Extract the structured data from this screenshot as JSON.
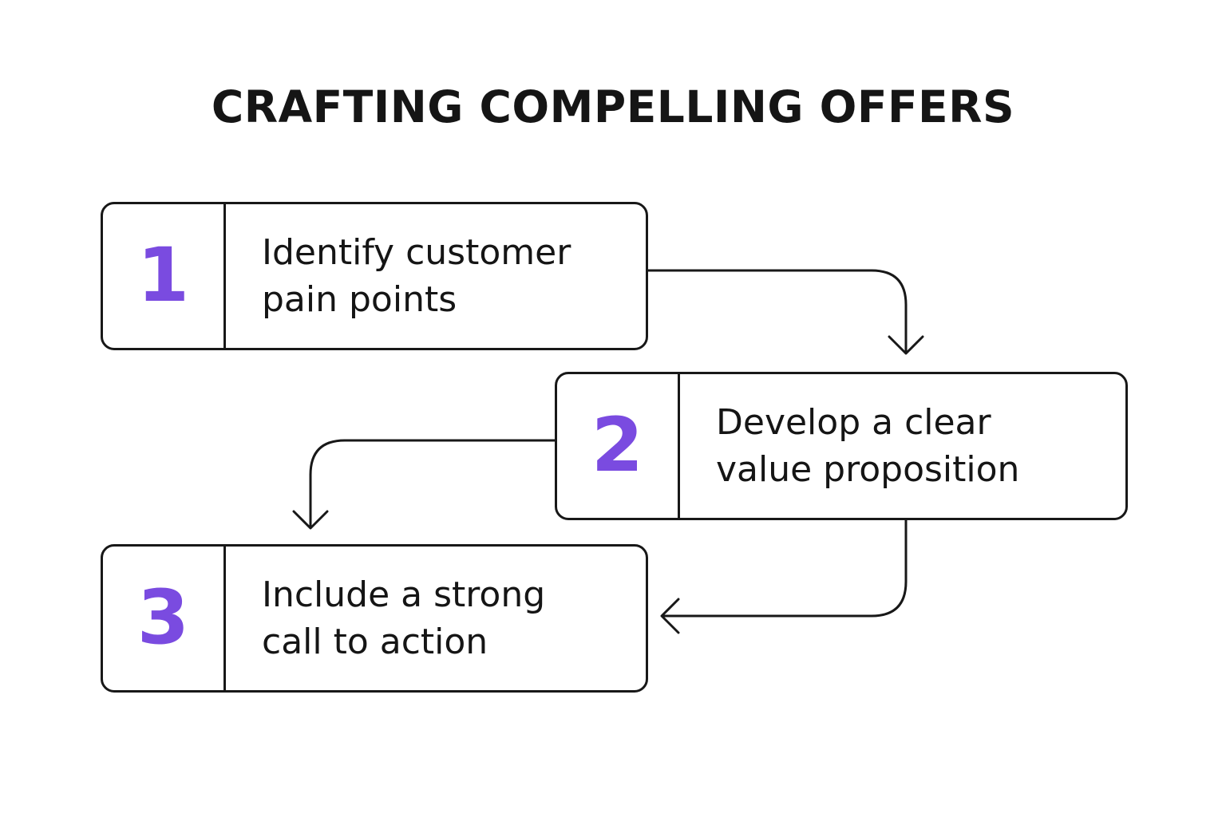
{
  "title": "CRAFTING COMPELLING OFFERS",
  "colors": {
    "background": "#ffffff",
    "text": "#151515",
    "accent": "#7a4be0",
    "stroke": "#181818"
  },
  "steps": [
    {
      "number": "1",
      "label": "Identify customer\npain points"
    },
    {
      "number": "2",
      "label": "Develop a clear\nvalue proposition"
    },
    {
      "number": "3",
      "label": "Include a strong\ncall to action"
    }
  ],
  "connectors": [
    {
      "from": "1",
      "to": "2"
    },
    {
      "from": "2",
      "to": "3"
    },
    {
      "from": "2",
      "to": "3"
    }
  ]
}
